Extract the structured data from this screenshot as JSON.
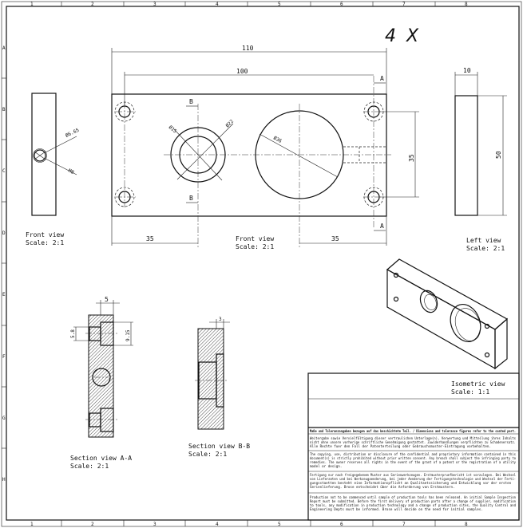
{
  "sheet": {
    "columns": [
      "1",
      "2",
      "3",
      "4",
      "5",
      "6",
      "7",
      "8"
    ],
    "rows": [
      "A",
      "B",
      "C",
      "D",
      "E",
      "F",
      "G",
      "H"
    ],
    "handwritten_note": "4 X"
  },
  "front_view": {
    "label": "Front view",
    "scale": "Scale:  2:1",
    "dims": {
      "overall_length": "110",
      "hole_spacing": "100",
      "left_offset": "35",
      "right_offset": "35",
      "vertical_spacing": "35",
      "d15": "Ø15",
      "d22": "Ø22",
      "d36": "Ø36"
    },
    "section_marks": {
      "a": "A",
      "b": "B"
    }
  },
  "side_view": {
    "label": "Front view",
    "scale": "Scale:  2:1",
    "dims": {
      "d665": "Ø6.65",
      "m8": "M8"
    }
  },
  "left_view": {
    "label": "Left view",
    "scale": "Scale:  2:1",
    "dims": {
      "width": "10",
      "height": "50"
    }
  },
  "section_aa": {
    "label": "Section view A-A",
    "scale": "Scale:  2:1",
    "dims": {
      "top": "5",
      "left": "5.8",
      "right": "9.15"
    }
  },
  "section_bb": {
    "label": "Section view B-B",
    "scale": "Scale:  2:1",
    "dims": {
      "top": "3"
    }
  },
  "isometric_view": {
    "label": "Isometric view",
    "scale": "Scale:  1:1"
  },
  "title_block": {
    "header": "Maße und Toleranzangaben bezogen auf das beschichtete Teil. / Dimensions and tolerance figures refer to the coated part.",
    "p1": [
      "Weitergabe sowie Vervielfältigung dieser vertraulichen Unterlage(n), Verwertung und Mitteilung ihres Inhalts",
      "nicht ohne unsere vorherige schriftliche Genehmigung gestattet. Zuwiderhandlungen verpflichten zu Schadenersatz.",
      "Alle Rechte fuer den Fall der Patenterteilung oder Gebrauchsmuster-Eintragung vorbehalten."
    ],
    "p2": [
      "The copying, use, distribution or disclosure of the confidential and proprietary information contained in this",
      "document(s) is strictly prohibited without prior written consent. Any breach shall subject the infringing party to",
      "remedies. The owner reserves all rights in the event of the grant of a patent or the registration of a utility",
      "model or design."
    ],
    "p3": [
      "Fertigung nur nach freigegebenem Muster aus Serienwerkzeugen. Erstmusterpruefbericht ist vorzulegen. Bei Wechsel",
      "von Lieferanten und bei Werkzeugaenderung, bei jeder Aenderung der Fertigungstechnologie und Wechsel der Ferti-",
      "gungsstaetten besteht eine Informationspflicht an Qualitaetssicherung und Entwicklung vor der ersten",
      "Serienlieferung. Brose entscheidet über die Anforderung von Erstmustern."
    ],
    "p4": [
      "Production not to be commenced until sample of production tools has been released. An initial Sample Inspection",
      "Report must be submitted. Before the first delivery of production parts after a change of supplier, modification",
      "to tools, any modification in production technology and a change of production sites, the Quality Control and",
      "Engineering Depts must be informed. Brose will decide on the need for initial samples."
    ]
  }
}
